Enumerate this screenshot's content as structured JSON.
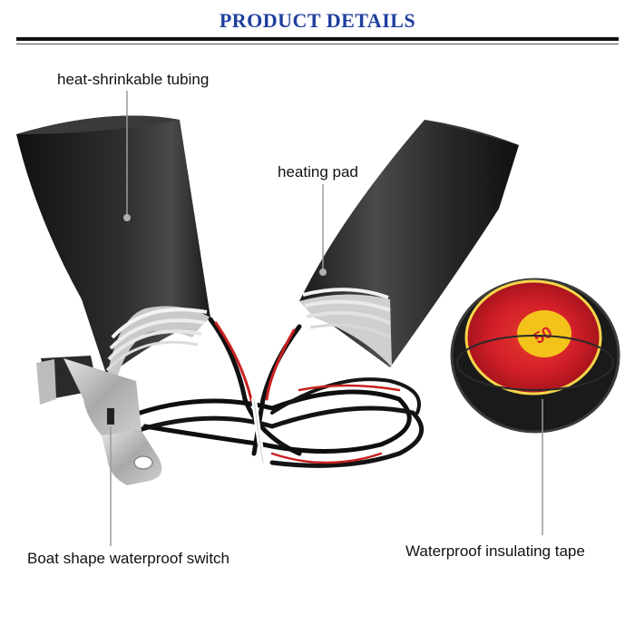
{
  "header": {
    "title": "PRODUCT DETAILS"
  },
  "labels": {
    "tubing": "heat-shrinkable tubing",
    "heating_pad": "heating pad",
    "switch": "Boat shape waterproof switch",
    "tape": "Waterproof insulating tape"
  },
  "colors": {
    "title_blue": "#1f3f9e",
    "tape_red": "#d4202a",
    "tube_black": "#1b1b1b"
  }
}
